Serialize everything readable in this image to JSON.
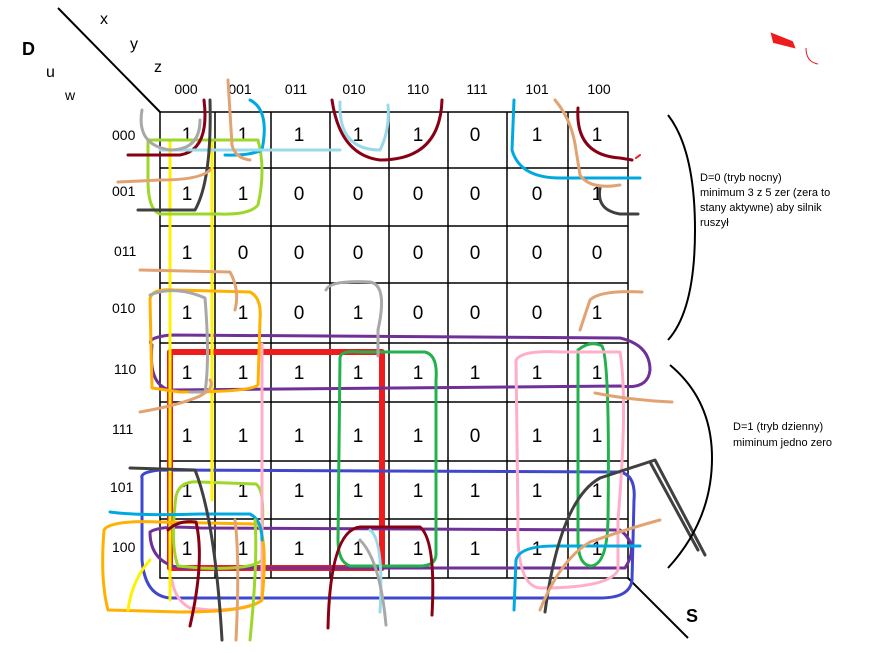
{
  "variables": {
    "top_left": "D",
    "u": "u",
    "w": "w",
    "x": "x",
    "y": "y",
    "z": "z",
    "output": "S"
  },
  "column_headers": [
    "000",
    "001",
    "011",
    "010",
    "110",
    "111",
    "101",
    "100"
  ],
  "row_headers": [
    "000",
    "001",
    "011",
    "010",
    "110",
    "111",
    "101",
    "100"
  ],
  "cells": [
    [
      "1",
      "1",
      "1",
      "1",
      "1",
      "0",
      "1",
      "1"
    ],
    [
      "1",
      "1",
      "0",
      "0",
      "0",
      "0",
      "0",
      "1"
    ],
    [
      "1",
      "0",
      "0",
      "0",
      "0",
      "0",
      "0",
      "0"
    ],
    [
      "1",
      "1",
      "0",
      "1",
      "0",
      "0",
      "0",
      "1"
    ],
    [
      "1",
      "1",
      "1",
      "1",
      "1",
      "1",
      "1",
      "1"
    ],
    [
      "1",
      "1",
      "1",
      "1",
      "1",
      "0",
      "1",
      "1"
    ],
    [
      "1",
      "1",
      "1",
      "1",
      "1",
      "1",
      "1",
      "1"
    ],
    [
      "1",
      "1",
      "1",
      "1",
      "1",
      "1",
      "1",
      "1"
    ]
  ],
  "annotations": {
    "night": [
      "D=0 (tryb nocny)",
      "minimum 3 z 5 zer (zera to",
      "stany aktywne) aby silnik",
      "ruszył"
    ],
    "day": [
      "D=1 (tryb dzienny)",
      "miminum jedno zero"
    ]
  },
  "colors": {
    "red": "#ee1c1c",
    "green": "#22b14c",
    "blue": "#3f48cc",
    "purple": "#6f3198",
    "yellow": "#fff200",
    "orange": "#ffb000",
    "lime": "#9ed72c",
    "cyan": "#00a8e0",
    "maroon": "#880015",
    "gray": "#a8a8a8",
    "dark": "#404040",
    "tan": "#e2a373",
    "pink": "#ffaec9",
    "lightblue": "#99d9ea"
  }
}
